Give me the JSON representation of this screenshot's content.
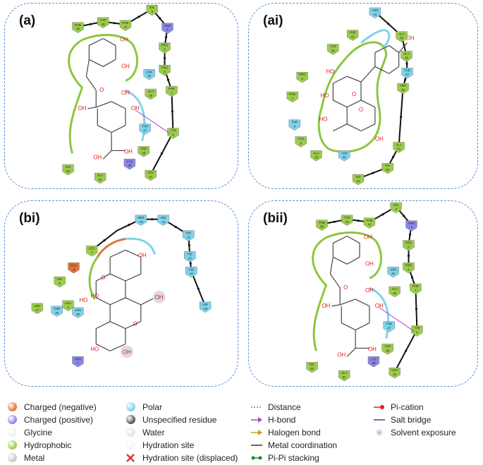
{
  "panels": [
    {
      "id": "a",
      "label": "(a)",
      "residues": [
        {
          "name": "PHE",
          "num": "38",
          "kind": "hydrophobic"
        },
        {
          "name": "TYR",
          "num": "40",
          "kind": "hydrophobic"
        },
        {
          "name": "PHE",
          "num": "41",
          "kind": "hydrophobic"
        },
        {
          "name": "VAL",
          "num": "3",
          "kind": "hydrophobic"
        },
        {
          "name": "ARG",
          "num": "4",
          "kind": "positive"
        },
        {
          "name": "PRO",
          "num": "5",
          "kind": "hydrophobic"
        },
        {
          "name": "PRO",
          "num": "6",
          "kind": "hydrophobic"
        },
        {
          "name": "PHE",
          "num": "7",
          "kind": "hydrophobic"
        },
        {
          "name": "ASN",
          "num": "44",
          "kind": "polar"
        },
        {
          "name": "ALA",
          "num": "45",
          "kind": "hydrophobic"
        },
        {
          "name": "THR",
          "num": "47",
          "kind": "polar"
        },
        {
          "name": "TYR",
          "num": "9",
          "kind": "hydrophobic"
        },
        {
          "name": "TRP",
          "num": "48",
          "kind": "hydrophobic"
        },
        {
          "name": "LYS",
          "num": "49",
          "kind": "positive"
        },
        {
          "name": "LEU",
          "num": "12",
          "kind": "hydrophobic"
        },
        {
          "name": "VAL",
          "num": "52",
          "kind": "hydrophobic"
        },
        {
          "name": "ALA",
          "num": "51",
          "kind": "hydrophobic"
        }
      ],
      "atoms": [
        "OH",
        "OH",
        "O",
        "OH",
        "OH",
        "OH",
        "OH",
        "OH"
      ]
    },
    {
      "id": "ai",
      "label": "(ai)",
      "residues": [
        {
          "name": "ASN",
          "num": "44",
          "kind": "polar"
        },
        {
          "name": "ALA",
          "num": "45",
          "kind": "hydrophobic"
        },
        {
          "name": "ALA",
          "num": "46",
          "kind": "hydrophobic"
        },
        {
          "name": "THR",
          "num": "47",
          "kind": "polar"
        },
        {
          "name": "TRP",
          "num": "48",
          "kind": "hydrophobic"
        },
        {
          "name": "PHE",
          "num": "41",
          "kind": "hydrophobic"
        },
        {
          "name": "TYR",
          "num": "40",
          "kind": "hydrophobic"
        },
        {
          "name": "PRO",
          "num": "6",
          "kind": "hydrophobic"
        },
        {
          "name": "PHE",
          "num": "7",
          "kind": "hydrophobic"
        },
        {
          "name": "THR",
          "num": "8",
          "kind": "polar"
        },
        {
          "name": "TYR",
          "num": "9",
          "kind": "hydrophobic"
        },
        {
          "name": "ALA",
          "num": "10",
          "kind": "hydrophobic"
        },
        {
          "name": "ASN",
          "num": "45",
          "kind": "polar"
        },
        {
          "name": "VAL",
          "num": "52",
          "kind": "hydrophobic"
        },
        {
          "name": "ALA",
          "num": "51",
          "kind": "hydrophobic"
        },
        {
          "name": "ILE",
          "num": "11",
          "kind": "hydrophobic"
        }
      ],
      "atoms": [
        "OH",
        "HO",
        "O",
        "HO",
        "HO",
        "OH",
        "O"
      ]
    },
    {
      "id": "bi",
      "label": "(bi)",
      "residues": [
        {
          "name": "SER",
          "num": "-10",
          "kind": "polar"
        },
        {
          "name": "HIS",
          "num": "-11",
          "kind": "polar"
        },
        {
          "name": "HIS",
          "num": "12",
          "kind": "polar"
        },
        {
          "name": "HIS",
          "num": "13",
          "kind": "polar"
        },
        {
          "name": "HIS",
          "num": "14",
          "kind": "polar"
        },
        {
          "name": "HIS",
          "num": "-15",
          "kind": "polar"
        },
        {
          "name": "LEU",
          "num": "-7",
          "kind": "hydrophobic"
        },
        {
          "name": "GLU",
          "num": "-6",
          "kind": "negative"
        },
        {
          "name": "VAL",
          "num": "5",
          "kind": "hydrophobic"
        },
        {
          "name": "LEU",
          "num": "-4",
          "kind": "hydrophobic"
        },
        {
          "name": "LEU",
          "num": "17",
          "kind": "hydrophobic"
        },
        {
          "name": "THR",
          "num": "16",
          "kind": "polar"
        },
        {
          "name": "ASN",
          "num": "29",
          "kind": "polar"
        },
        {
          "name": "ARG",
          "num": "1",
          "kind": "positive"
        }
      ],
      "atoms": [
        "HO",
        "OH",
        "O",
        "HO",
        "OH",
        "O",
        "HO",
        "OH"
      ]
    },
    {
      "id": "bii",
      "label": "(bii)",
      "residues": [
        {
          "name": "PHE",
          "num": "38",
          "kind": "hydrophobic"
        },
        {
          "name": "TYR",
          "num": "40",
          "kind": "hydrophobic"
        },
        {
          "name": "PHE",
          "num": "41",
          "kind": "hydrophobic"
        },
        {
          "name": "VAL",
          "num": "3",
          "kind": "hydrophobic"
        },
        {
          "name": "ARG",
          "num": "4",
          "kind": "positive"
        },
        {
          "name": "PRO",
          "num": "5",
          "kind": "hydrophobic"
        },
        {
          "name": "PRO",
          "num": "6",
          "kind": "hydrophobic"
        },
        {
          "name": "PHE",
          "num": "7",
          "kind": "hydrophobic"
        },
        {
          "name": "ASN",
          "num": "44",
          "kind": "polar"
        },
        {
          "name": "ALA",
          "num": "45",
          "kind": "hydrophobic"
        },
        {
          "name": "THR",
          "num": "47",
          "kind": "polar"
        },
        {
          "name": "TYR",
          "num": "9",
          "kind": "hydrophobic"
        },
        {
          "name": "TRP",
          "num": "48",
          "kind": "hydrophobic"
        },
        {
          "name": "LYS",
          "num": "49",
          "kind": "positive"
        },
        {
          "name": "LEU",
          "num": "12",
          "kind": "hydrophobic"
        },
        {
          "name": "VAL",
          "num": "52",
          "kind": "hydrophobic"
        },
        {
          "name": "ALA",
          "num": "51",
          "kind": "hydrophobic"
        }
      ],
      "atoms": [
        "OH",
        "OH",
        "O",
        "OH",
        "OH",
        "OH",
        "OH",
        "OH"
      ]
    }
  ],
  "legend": {
    "col1": [
      {
        "label": "Charged (negative)",
        "color": "#e0743a"
      },
      {
        "label": "Charged (positive)",
        "color": "#8a86e8"
      },
      {
        "label": "Glycine",
        "color": "#f2f2f2"
      },
      {
        "label": "Hydrophobic",
        "color": "#9ccc4a"
      },
      {
        "label": "Metal",
        "color": "#c9c9c9"
      }
    ],
    "col2": [
      {
        "label": "Polar",
        "color": "#7fd3ec"
      },
      {
        "label": "Unspecified residue",
        "color": "#555555"
      },
      {
        "label": "Water",
        "color": "#e4e4e4"
      },
      {
        "label": "Hydration site",
        "color": "#f5f5f5"
      },
      {
        "label": "Hydration site (displaced)",
        "color": "#e03030"
      }
    ],
    "col3": [
      {
        "label": "Distance",
        "color": "#2bbf2b"
      },
      {
        "label": "H-bond",
        "color": "#b040c8"
      },
      {
        "label": "Halogen bond",
        "color": "#c8a020"
      },
      {
        "label": "Metal coordination",
        "color": "#333333"
      },
      {
        "label": "Pi-Pi stacking",
        "color": "#1a8a2a"
      }
    ],
    "col4": [
      {
        "label": "Pi-cation",
        "color": "#e02020"
      },
      {
        "label": "Salt bridge",
        "color": "#6a2a9a"
      },
      {
        "label": "Solvent exposure",
        "color": "#cccccc"
      }
    ]
  },
  "colors": {
    "panel_border": "#5b8fd6",
    "pocket_green": "#8cc63f",
    "pocket_blue": "#7fd3ec",
    "pocket_orange": "#e0743a",
    "backbone": "#111111",
    "bond": "#444444",
    "oxygen": "#e02020"
  }
}
